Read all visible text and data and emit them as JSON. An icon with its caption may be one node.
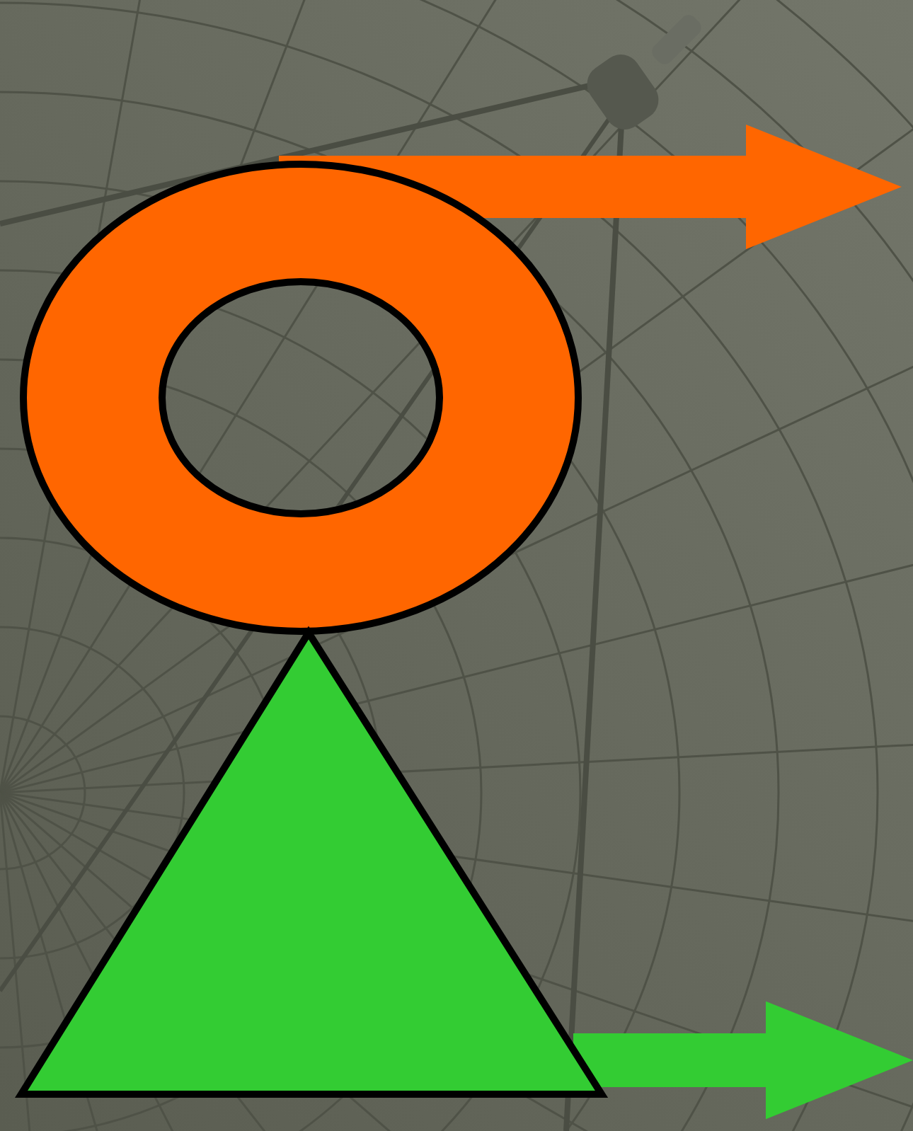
{
  "diagram": {
    "nodes": [
      {
        "text": [],
        "shape": "ring"
      },
      {
        "text": [],
        "shape": "triangle"
      }
    ],
    "edges": [
      {
        "from": 0,
        "to": null,
        "arrow": "to",
        "color": "#ff6600"
      },
      {
        "from": 1,
        "to": null,
        "arrow": "to",
        "color": "#33cc33"
      }
    ]
  }
}
